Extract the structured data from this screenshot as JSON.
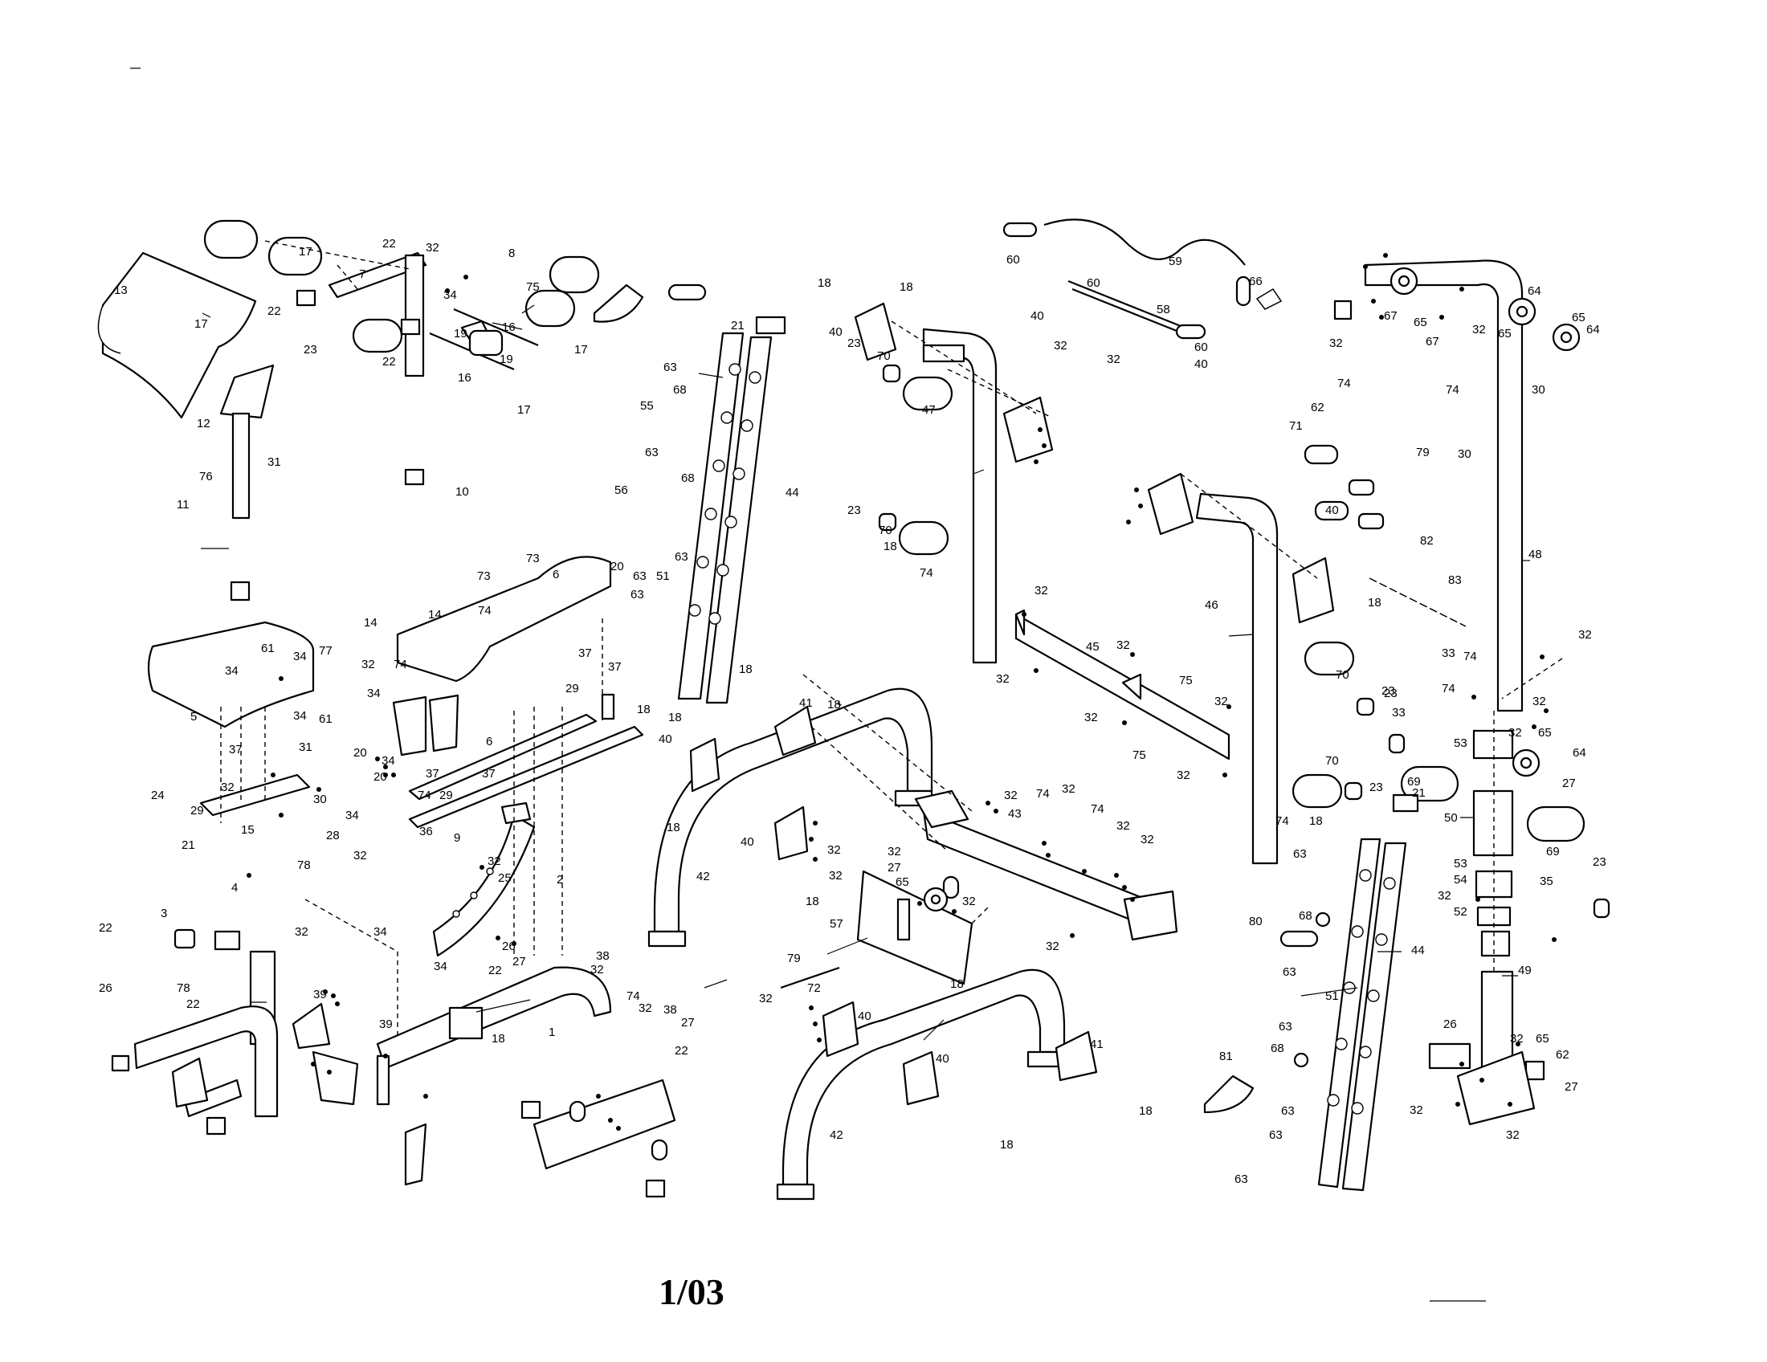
{
  "page_code": "1/03",
  "labels": [
    "1",
    "2",
    "3",
    "4",
    "5",
    "6",
    "7",
    "8",
    "9",
    "10",
    "11",
    "12",
    "13",
    "14",
    "15",
    "16",
    "17",
    "18",
    "19",
    "20",
    "21",
    "22",
    "23",
    "24",
    "25",
    "26",
    "27",
    "28",
    "29",
    "30",
    "31",
    "32",
    "33",
    "34",
    "35",
    "36",
    "37",
    "38",
    "39",
    "40",
    "41",
    "42",
    "43",
    "44",
    "45",
    "46",
    "47",
    "48",
    "49",
    "50",
    "51",
    "52",
    "53",
    "54",
    "55",
    "56",
    "57",
    "58",
    "59",
    "60",
    "61",
    "62",
    "63",
    "64",
    "65",
    "66",
    "67",
    "68",
    "69",
    "70",
    "71",
    "72",
    "73",
    "74",
    "75",
    "76",
    "77",
    "78",
    "79",
    "80",
    "81",
    "82",
    "83"
  ]
}
